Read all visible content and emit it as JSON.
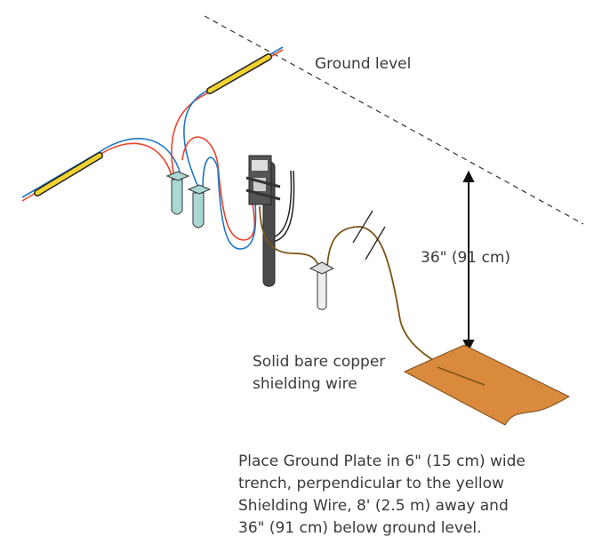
{
  "labels": {
    "ground_level": "Ground level",
    "depth": "36\" (91 cm)",
    "wire_line1": "Solid bare copper",
    "wire_line2": "shielding wire",
    "instructions": [
      "Place Ground Plate in 6\" (15 cm) wide",
      "trench, perpendicular to the yellow",
      "Shielding Wire, 8' (2.5 m) away and",
      "36\" (91 cm) below ground level."
    ]
  },
  "colors": {
    "yellow": "#f2d330",
    "red": "#e8452c",
    "blue": "#1f78c8",
    "copper": "#7a5418",
    "plate": "#d98a3c"
  }
}
